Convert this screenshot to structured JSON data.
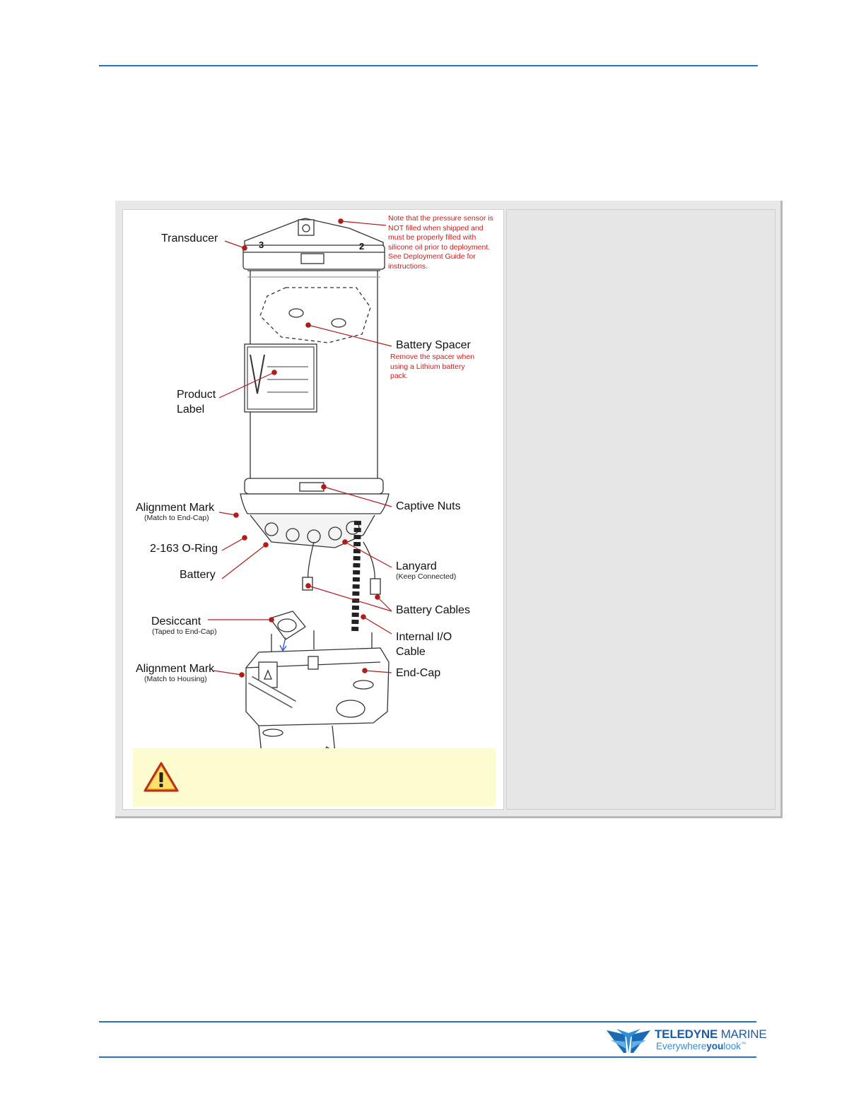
{
  "figure": {
    "labels": {
      "transducer": "Transducer",
      "pressure_note": [
        "Note that the pressure sensor is",
        "NOT filled when shipped and",
        "must be properly filled with",
        "silicone oil prior to deployment.",
        "See Deployment Guide for",
        "instructions."
      ],
      "battery_spacer": "Battery Spacer",
      "battery_spacer_note": [
        "Remove the spacer when",
        "using a Lithium battery",
        "pack."
      ],
      "product_label_1": "Product",
      "product_label_2": "Label",
      "alignment_mark_top": "Alignment Mark",
      "alignment_mark_top_sub": "(Match to End-Cap)",
      "captive_nuts": "Captive Nuts",
      "o_ring": "2-163 O-Ring",
      "battery": "Battery",
      "lanyard": "Lanyard",
      "lanyard_sub": "(Keep Connected)",
      "battery_cables": "Battery Cables",
      "desiccant": "Desiccant",
      "desiccant_sub": "(Taped to End-Cap)",
      "internal_io_1": "Internal I/O",
      "internal_io_2": "Cable",
      "alignment_mark_bottom": "Alignment Mark",
      "alignment_mark_bottom_sub": "(Match to Housing)",
      "end_cap": "End-Cap",
      "beam_3": "3",
      "beam_2": "2"
    }
  },
  "footer": {
    "brand_bold": "TELEDYNE",
    "brand_thin": " MARINE",
    "tagline_pre": "Everywhere",
    "tagline_bold": "you",
    "tagline_post": "look",
    "tm": "™"
  },
  "colors": {
    "rule": "#2a6fbf",
    "callout": "#c8201e",
    "warning_bg": "#fdfcd0",
    "panel_bg": "#e6e6e6"
  }
}
